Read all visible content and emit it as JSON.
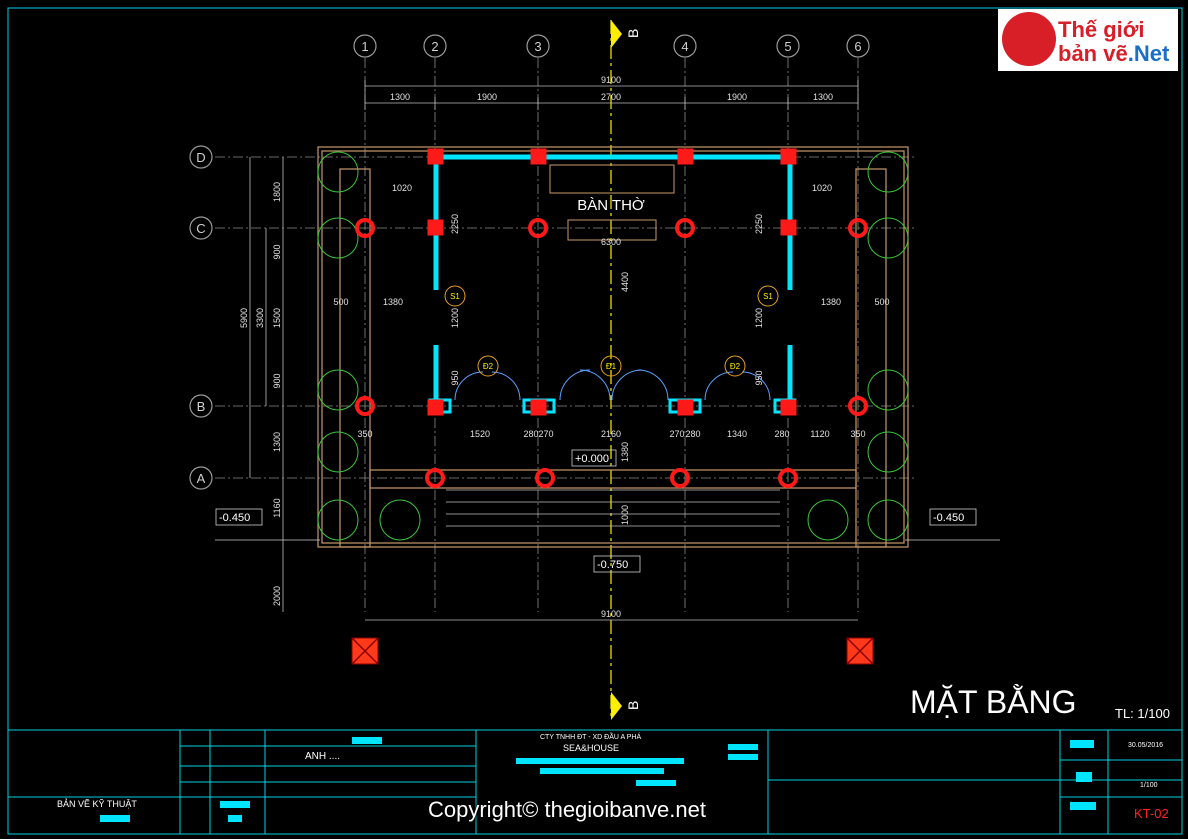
{
  "drawing": {
    "title": "MẶT BẰNG",
    "scale": "TL: 1/100",
    "room_label": "BÀN THỜ",
    "grid_columns": [
      "1",
      "2",
      "3",
      "4",
      "5",
      "6"
    ],
    "grid_rows": [
      "D",
      "C",
      "B",
      "A"
    ],
    "section_mark": "B",
    "top_dims": [
      "1300",
      "1900",
      "2700",
      "1900",
      "1300"
    ],
    "top_total": "9100",
    "bottom_total": "9100",
    "left_dims": [
      "1800",
      "900",
      "1500",
      "900",
      "1300"
    ],
    "left_total_a": "5900",
    "left_total_b": "3300",
    "left_extra": [
      "1160",
      "2000"
    ],
    "inner_dims": {
      "d1020_l": "1020",
      "d1020_r": "1020",
      "d2250_l": "2250",
      "d2250_r": "2250",
      "d6300": "6300",
      "d4400": "4400",
      "d1200_l": "1200",
      "d1200_r": "1200",
      "d500_l": "500",
      "d500_r": "500",
      "d1380_l": "1380",
      "d1380_r": "1380",
      "d950_l": "950",
      "d950_r": "950",
      "d1380_c": "1380",
      "d1000": "1000"
    },
    "row_dims": [
      "350",
      "1520",
      "280",
      "270",
      "2160",
      "270",
      "280",
      "1340",
      "280",
      "1120",
      "350"
    ],
    "levels": {
      "center": "+0.000",
      "left": "-0.450",
      "right": "-0.450",
      "bottom": "-0.750"
    },
    "tags": {
      "s1": "S1",
      "d1": "Đ1",
      "d2": "Đ2"
    }
  },
  "logo": {
    "line1": "Thế giới",
    "line2": "bản vẽ",
    "line2b": ".Net"
  },
  "title_block": {
    "name_label": "ANH ....",
    "company": "CTY TNHH ĐT - XD ĐẦU A PHÁ",
    "brand": "SEA&HOUSE",
    "drawing_type": "BẢN VẼ KỸ THUẬT",
    "date": "30.05/2016",
    "scale": "1/100",
    "sheet": "KT-02"
  },
  "copyright": "Copyright© thegioibanve.net",
  "colors": {
    "cyan": "#00e5ff",
    "red": "#ff1a1a",
    "grid": "#9a9a9a",
    "dim": "#d0d0d0",
    "wall": "#c89a6a",
    "tree": "#33cc33",
    "yellow": "#ffee00",
    "gold": "#e8a020"
  }
}
